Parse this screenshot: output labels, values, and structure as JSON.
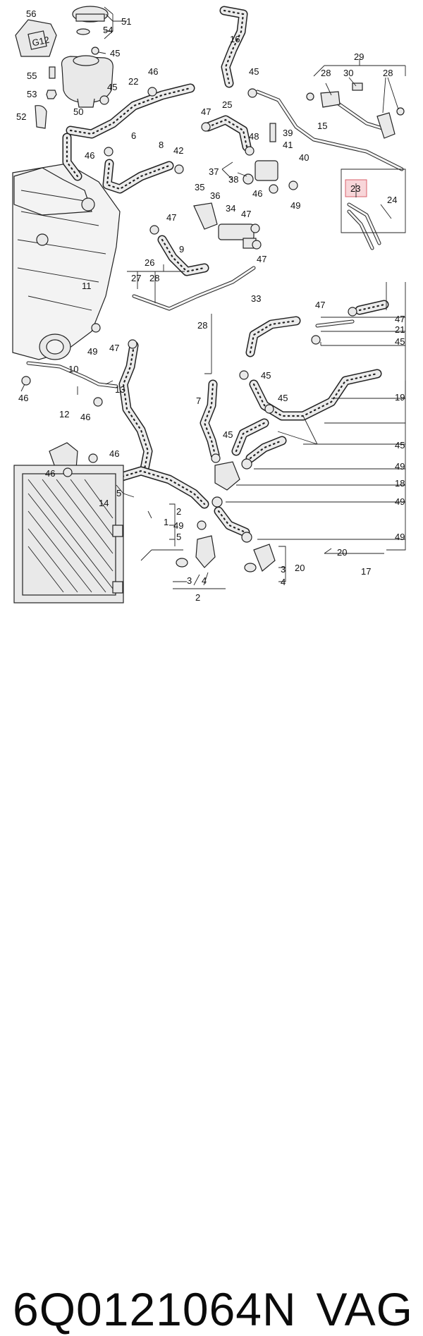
{
  "part_number": "6Q0121064N",
  "brand": "VAG",
  "highlighted_callout": "23",
  "colors": {
    "highlight_fill": "#f8d6d9",
    "highlight_stroke": "#d9626c",
    "line": "#222222"
  },
  "callouts": {
    "c56": "56",
    "c54": "54",
    "c51": "51",
    "c45a": "45",
    "c16": "16",
    "c29": "29",
    "c28a": "28",
    "c30": "30",
    "c28b": "28",
    "c55": "55",
    "c53": "53",
    "c52": "52",
    "c50": "50",
    "c45b": "45",
    "c22": "22",
    "c46a": "46",
    "c45c": "45",
    "c47a": "47",
    "c25": "25",
    "c39": "39",
    "c41": "41",
    "c48": "48",
    "c15": "15",
    "c46b": "46",
    "c6": "6",
    "c8": "8",
    "c42": "42",
    "c40": "40",
    "c37": "37",
    "c38": "38",
    "c46c": "46",
    "c49a": "49",
    "c23": "23",
    "c24": "24",
    "c35": "35",
    "c36": "36",
    "c34": "34",
    "c47b": "47",
    "c47c": "47",
    "c9": "9",
    "c47d": "47",
    "c26": "26",
    "c27": "27",
    "c28c": "28",
    "c11": "11",
    "c33": "33",
    "c28d": "28",
    "c47e": "47",
    "c47f": "47",
    "c21": "21",
    "c45d": "45",
    "c49b": "49",
    "c47g": "47",
    "c10": "10",
    "c13": "13",
    "c45e": "45",
    "c46d": "46",
    "c12": "12",
    "c46e": "46",
    "c7": "7",
    "c45f": "45",
    "c19": "19",
    "c45g": "45",
    "c45h": "45",
    "c46f": "46",
    "c46g": "46",
    "c49c": "49",
    "c18": "18",
    "c14": "14",
    "c5a": "5",
    "c2a": "2",
    "c1": "1",
    "c49d": "49",
    "c5b": "5",
    "c49e": "49",
    "c49f": "49",
    "c20a": "20",
    "c17": "17",
    "c20b": "20",
    "c3a": "3",
    "c4a": "4",
    "c2b": "2",
    "c3b": "3",
    "c4b": "4"
  }
}
